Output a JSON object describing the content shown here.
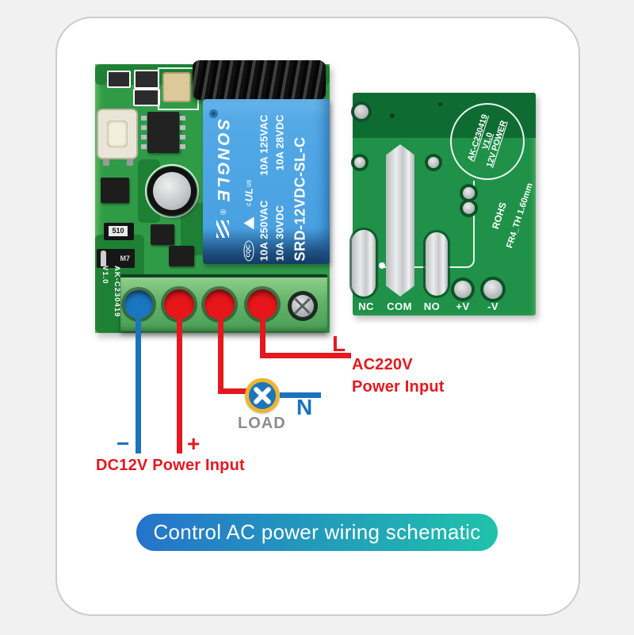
{
  "scene": {
    "background_color": "#f1f1f2",
    "card_color": "#ffffff",
    "card_border_color": "#cbcbcb"
  },
  "caption": {
    "text": "Control AC power wiring schematic",
    "gradient_left": "#2673cb",
    "gradient_right": "#1fc2ab",
    "text_color": "#ffffff"
  },
  "left_board": {
    "pcb_color": "#2f9b47",
    "side_marking_line1": "AK-C230419",
    "side_marking_line2": "V1.0",
    "resistor_label": "510",
    "diode_label": "M7",
    "relay": {
      "body_color": "#49a1e1",
      "brand": "SONGLE",
      "brand_reg": "®",
      "cert_cqc": "CQC",
      "cert_ul_prefix": "c",
      "cert_ul_mark": "UL",
      "cert_ul_suffix": "us",
      "rating_ac_1": "10A 250VAC",
      "rating_ac_2": "10A 125VAC",
      "rating_dc_1": "10A 30VDC",
      "rating_dc_2": "10A 28VDC",
      "model": "SRD-12VDC-SL-C"
    }
  },
  "right_board": {
    "pcb_color": "#1f9148",
    "terminal_labels": [
      "NC",
      "COM",
      "NO",
      "+V",
      "-V"
    ],
    "circle_line1": "AK-C230419",
    "circle_line2": "V1.0",
    "circle_line3": "12V POWER",
    "side_text1": "ROHS",
    "side_text2": "FR4_TH 1.60mm"
  },
  "wiring": {
    "live_color": "#e4181f",
    "neutral_color": "#1a73bd",
    "load_ring_color": "#f0b42c",
    "load_fill_color": "#1b76bb",
    "l_label": "L",
    "n_label": "N",
    "load_label": "LOAD",
    "ac_label_line1": "AC220V",
    "ac_label_line2": "Power Input",
    "minus_label": "−",
    "plus_label": "+",
    "dc_label": "DC12V Power Input"
  }
}
